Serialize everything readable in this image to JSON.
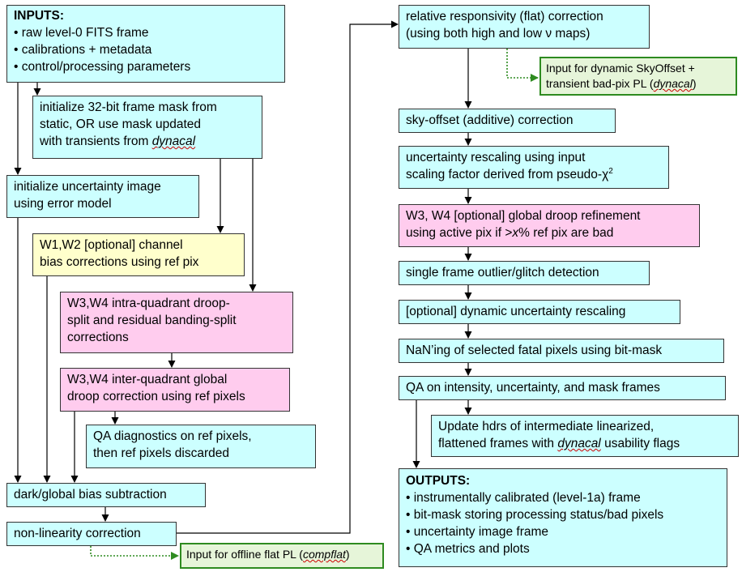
{
  "boxes": {
    "inputs": {
      "title": "INPUTS:",
      "items": [
        "raw level-0 FITS frame",
        "calibrations + metadata",
        "control/processing parameters"
      ]
    },
    "init_mask": {
      "line1": "initialize 32-bit frame mask from",
      "line2": "static, OR use mask updated",
      "line3_pre": "with transients from ",
      "line3_em": "dynacal"
    },
    "init_unc": {
      "line1": "initialize uncertainty image",
      "line2": "using error model"
    },
    "w12_bias": {
      "line1": "W1,W2 [optional] channel",
      "line2": "bias corrections using ref pix"
    },
    "w34_intra": {
      "line1": "W3,W4 intra-quadrant droop-",
      "line2": "split and residual banding-split",
      "line3": "corrections"
    },
    "w34_inter": {
      "line1": "W3,W4 inter-quadrant global",
      "line2": "droop correction using ref pixels"
    },
    "qa_ref": {
      "line1": "QA diagnostics on ref pixels,",
      "line2": "then ref pixels discarded"
    },
    "dark_bias": {
      "text": "dark/global bias subtraction"
    },
    "nonlin": {
      "text": "non-linearity correction"
    },
    "flat_out": {
      "pre": "Input for offline flat PL (",
      "em": "compflat",
      "post": ")"
    },
    "flat_corr": {
      "line1": "relative responsivity (flat) correction",
      "line2": "(using both high and low ν maps)"
    },
    "skyoff_out": {
      "line1": "Input for dynamic SkyOffset +",
      "line2_pre": "transient bad-pix PL (",
      "line2_em": "dynacal",
      "line2_post": ")"
    },
    "skyoff": {
      "text": "sky-offset (additive) correction"
    },
    "unc_rescale": {
      "line1": "uncertainty rescaling using input",
      "line2_pre": "scaling factor derived from pseudo-χ",
      "line2_sup": "2"
    },
    "droop_ref": {
      "line1": "W3, W4 [optional] global droop refinement",
      "line2_pre": "using active pix if >",
      "line2_em": "x",
      "line2_post": "% ref pix are bad"
    },
    "outlier": {
      "text": "single frame outlier/glitch detection"
    },
    "dyn_unc": {
      "text": "[optional] dynamic uncertainty rescaling"
    },
    "nan": {
      "text": "NaN’ing of selected fatal pixels using bit-mask"
    },
    "qa_int": {
      "text": "QA on intensity, uncertainty, and mask frames"
    },
    "update_hdrs": {
      "line1": "Update hdrs of intermediate linearized,",
      "line2_pre": "flattened frames with ",
      "line2_em": "dynacal",
      "line2_post": " usability flags"
    },
    "outputs": {
      "title": "OUTPUTS:",
      "items": [
        "instrumentally calibrated (level-1a) frame",
        "bit-mask storing processing status/bad pixels",
        "uncertainty image frame",
        "QA metrics and plots"
      ]
    }
  },
  "colors": {
    "cyan": "#ccffff",
    "pink": "#ffccee",
    "yellow": "#ffffcc",
    "green_fill": "#e6f5d9",
    "green_border": "#2e8b20",
    "arrow": "#000000"
  }
}
